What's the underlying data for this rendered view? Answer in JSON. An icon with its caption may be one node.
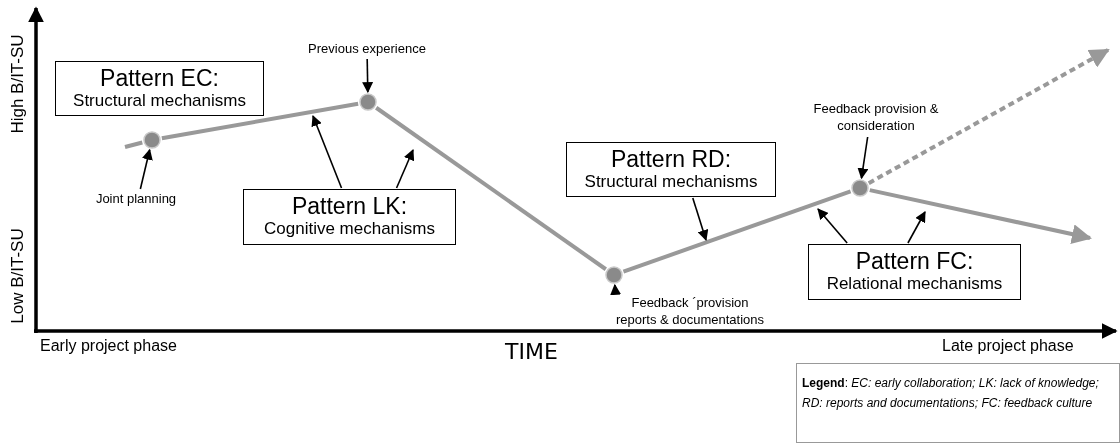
{
  "diagram": {
    "nodes": [
      {
        "text": [
          "Pattern EC:",
          "Structural mechanisms"
        ]
      },
      {
        "text": [
          "Pattern LK:",
          "Cognitive mechanisms"
        ]
      },
      {
        "text": [
          "Pattern RD:",
          "Structural mechanisms"
        ]
      },
      {
        "text": [
          "Pattern FC:",
          "Relational mechanisms"
        ]
      },
      {
        "text": [
          "Joint planning"
        ]
      },
      {
        "text": [
          "Previous experience"
        ]
      },
      {
        "text": [
          "Feedback provision & consideration"
        ]
      },
      {
        "text": [
          "Feedback ´provision reports & documentations"
        ]
      },
      {
        "text": [],
        "shape": "circle"
      },
      {
        "text": [],
        "shape": "circle"
      },
      {
        "text": [],
        "shape": "circle"
      },
      {
        "text": [],
        "shape": "circle"
      }
    ],
    "edges": [
      {
        "from": null,
        "to": 8,
        "arrow": "none",
        "style": "thick",
        "color": "#999999"
      },
      {
        "from": 8,
        "to": 9,
        "arrow": "none",
        "style": "thick",
        "color": "#999999"
      },
      {
        "from": 9,
        "to": 10,
        "arrow": "none",
        "style": "thick",
        "color": "#999999"
      },
      {
        "from": 10,
        "to": 11,
        "arrow": "none",
        "style": "thick",
        "color": "#999999"
      },
      {
        "from": 11,
        "to": null,
        "arrow": "to",
        "style": "thick",
        "color": "#999999"
      },
      {
        "from": 11,
        "to": null,
        "arrow": "to",
        "style": "dashed",
        "color": "#999999"
      },
      {
        "from": 4,
        "to": 8,
        "arrow": "to"
      },
      {
        "from": 5,
        "to": 9,
        "arrow": "to"
      },
      {
        "from": 1,
        "to": null,
        "arrow": "to"
      },
      {
        "from": 1,
        "to": null,
        "arrow": "to"
      },
      {
        "from": 2,
        "to": null,
        "arrow": "to"
      },
      {
        "from": 6,
        "to": 11,
        "arrow": "to"
      },
      {
        "from": 3,
        "to": null,
        "arrow": "to"
      },
      {
        "from": 3,
        "to": null,
        "arrow": "to"
      },
      {
        "from": 7,
        "to": 10,
        "arrow": "to"
      }
    ],
    "labels": [
      "High B/IT-SU",
      "Low B/IT-SU",
      "Early project phase",
      "TIME",
      "Late project phase",
      "**Legend**: *EC: early collaboration; LK: lack of knowledge; RD: reports and documentations; FC: feedback culture*"
    ]
  }
}
